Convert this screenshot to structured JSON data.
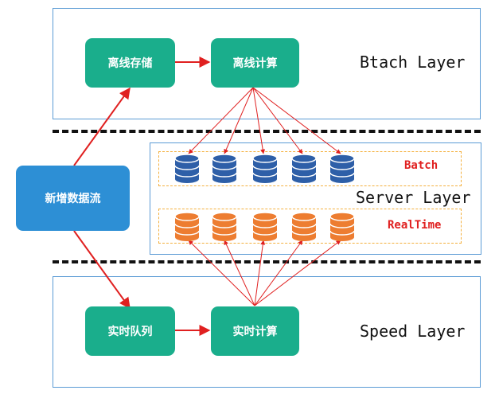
{
  "layers": {
    "batch": {
      "title": "Btach Layer"
    },
    "server": {
      "title": "Server Layer"
    },
    "speed": {
      "title": "Speed Layer"
    }
  },
  "nodes": {
    "source": "新增数据流",
    "offline_storage": "离线存储",
    "offline_compute": "离线计算",
    "realtime_queue": "实时队列",
    "realtime_compute": "实时计算"
  },
  "bands": {
    "batch": "Batch",
    "realtime": "RealTime"
  },
  "colors": {
    "layer_border": "#5b9bd5",
    "node_green": "#1aae8c",
    "node_blue": "#2d8fd5",
    "db_blue": "#2e5fa8",
    "db_orange": "#ed7d31",
    "arrow_red": "#e02020",
    "band_dash": "#f4b03e"
  }
}
